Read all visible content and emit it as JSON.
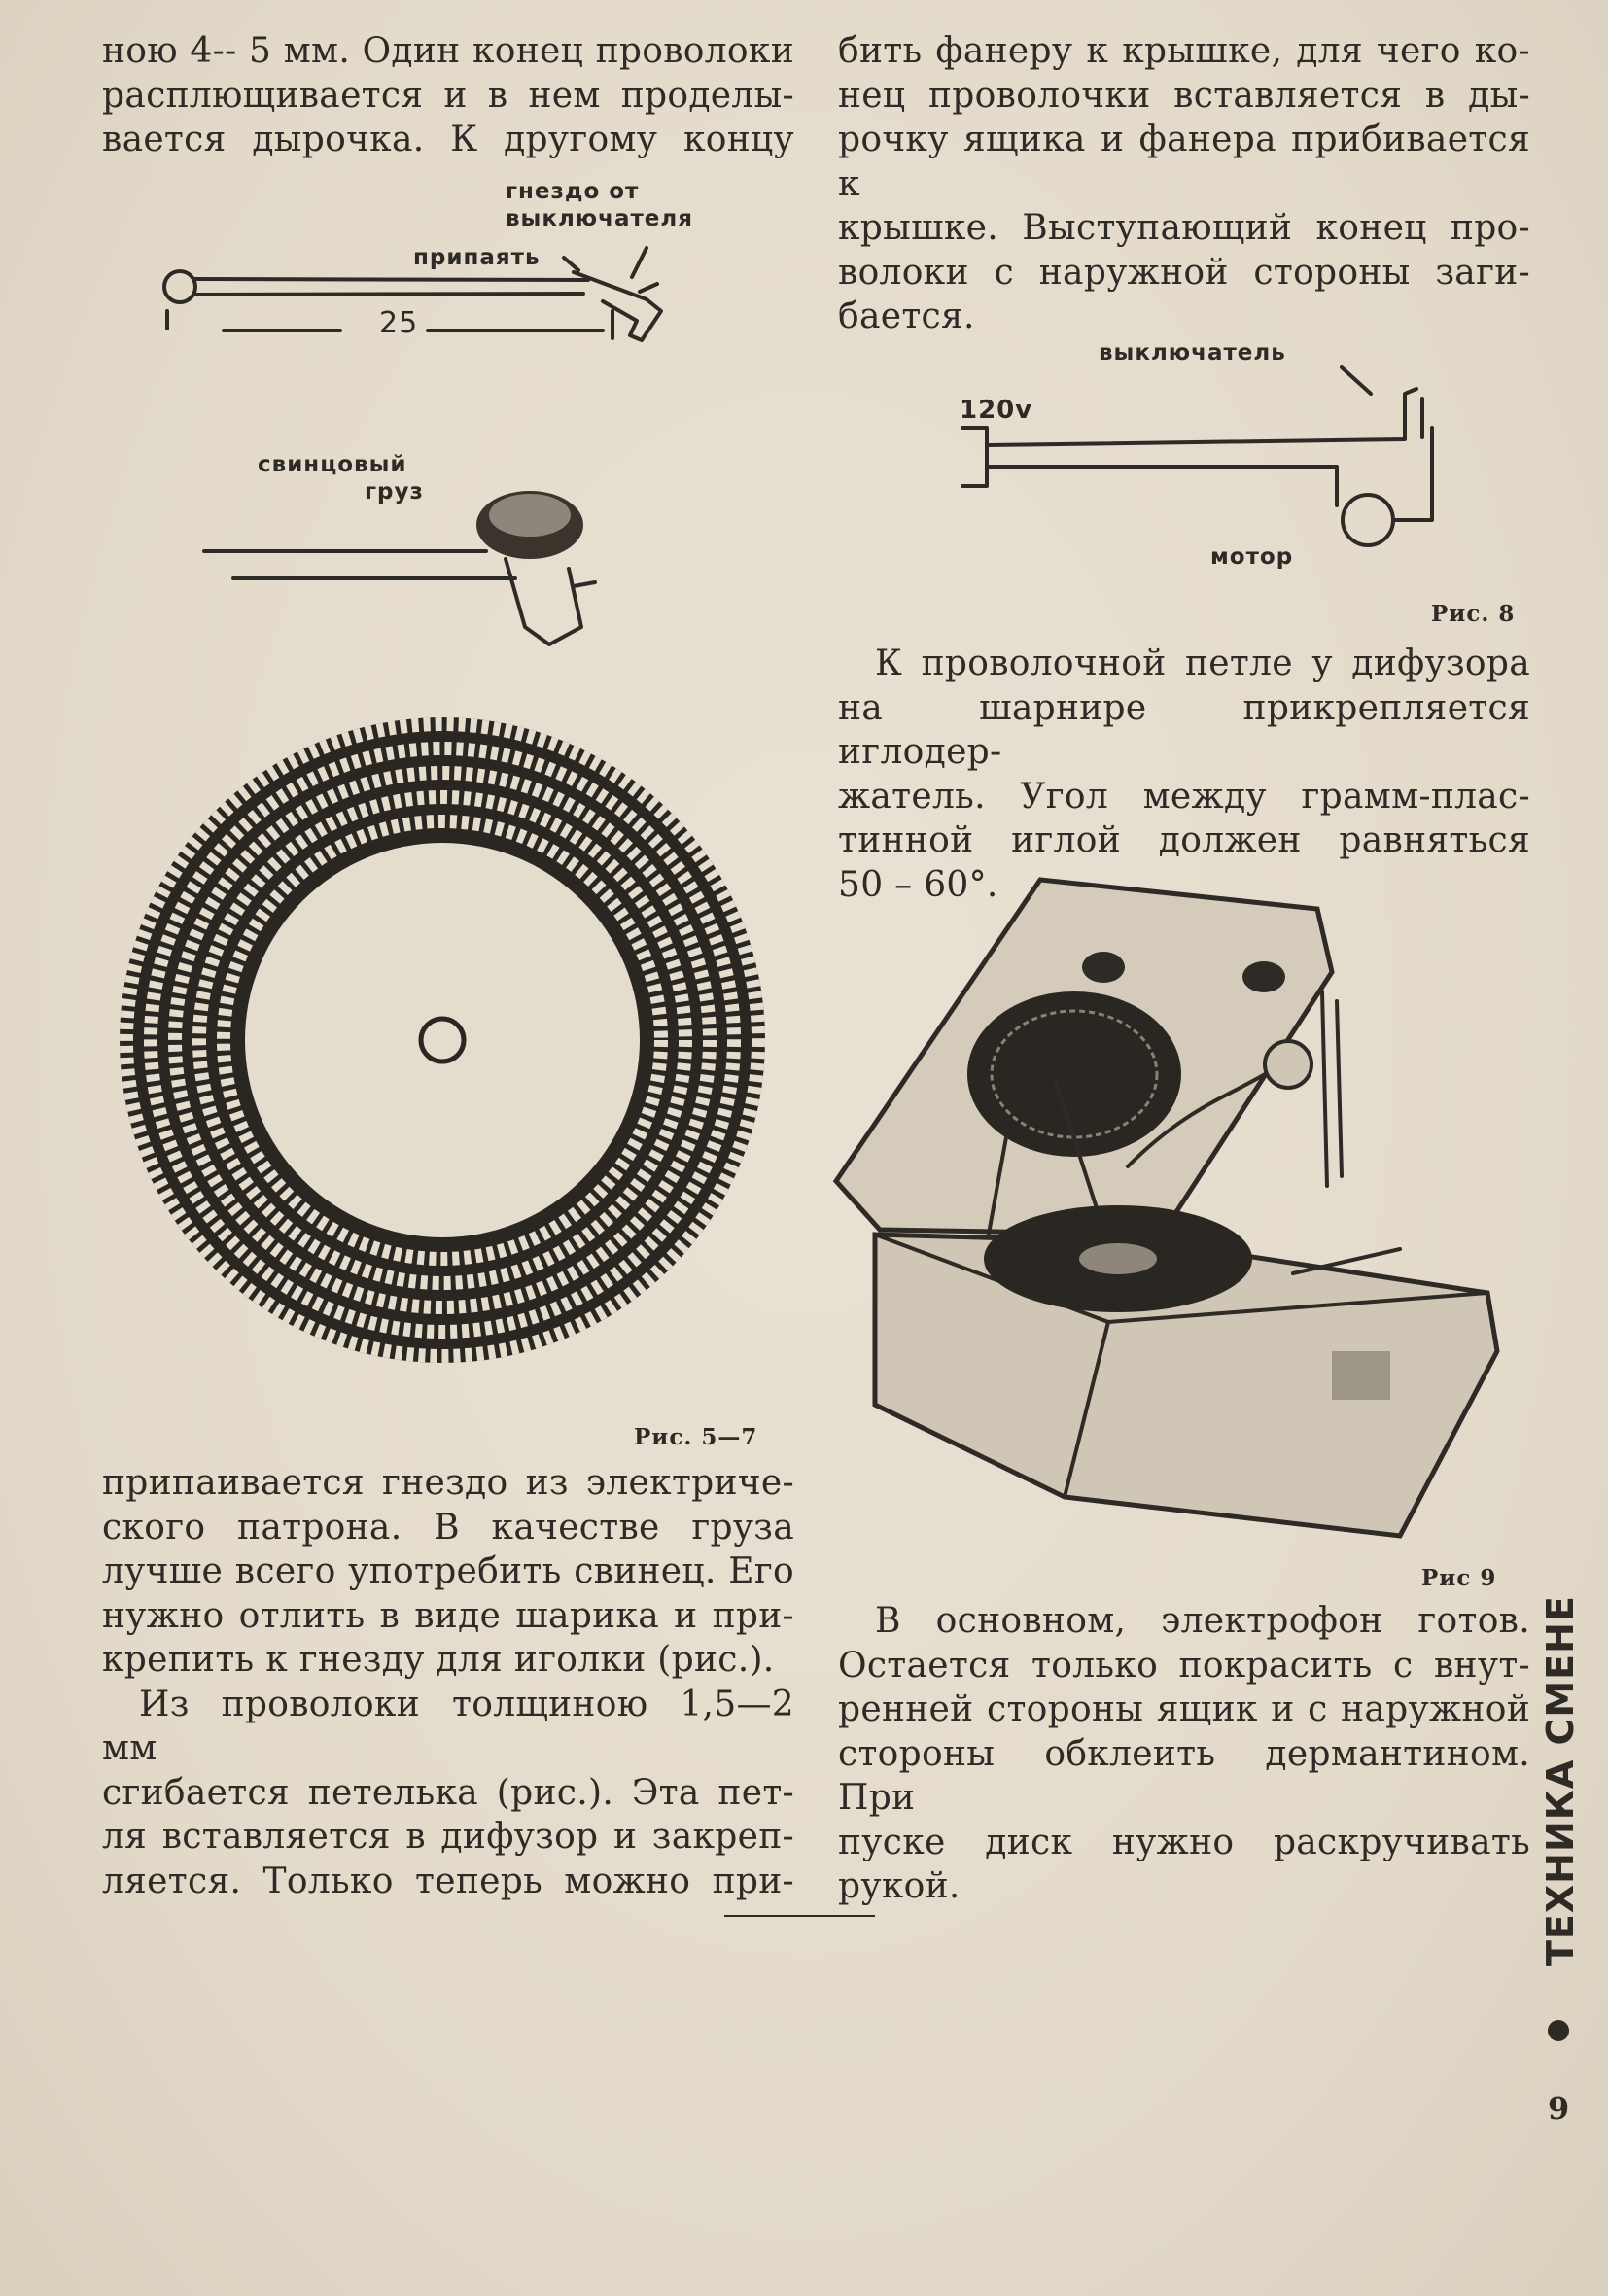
{
  "left_column": {
    "top_lines": [
      "ною 4-- 5 мм. Один конец проволоки",
      "расплющивается и в нем проделы-",
      "вается дырочка. К другому концу"
    ],
    "bottom_paragraph_1": [
      "припаивается гнездо из электриче-",
      "ского патрона. В качестве груза",
      "лучше всего употребить свинец. Его",
      "нужно отлить в виде шарика и при-",
      "крепить к гнезду для иголки (рис.)."
    ],
    "bottom_paragraph_2": [
      "Из проволоки толщиною 1,5—2 мм",
      "сгибается петелька (рис.). Эта пет-",
      "ля вставляется в дифузор и закреп-",
      "ляется. Только теперь можно при-"
    ]
  },
  "right_column": {
    "top_lines": [
      "бить фанеру к крышке, для чего ко-",
      "нец проволочки вставляется в ды-",
      "рочку ящика и фанера прибивается к",
      "крышке. Выступающий конец про-",
      "волоки с наружной стороны заги-",
      "бается."
    ],
    "middle_paragraph": [
      "К проволочной петле у дифузора",
      "на шарнире прикрепляется иглодер-",
      "жатель. Угол между грамм-плас-",
      "тинной иглой должен равняться",
      "50 – 60°."
    ],
    "bottom_paragraph": [
      "В основном, электрофон готов.",
      "Остается только покрасить с внут-",
      "ренней стороны ящик и с наружной",
      "стороны обклеить дермантином. При",
      "пуске диск нужно раскручивать",
      "рукой."
    ]
  },
  "figures": {
    "wire_labels": {
      "socket": [
        "гнездо от",
        "выключателя"
      ],
      "solder": "припаять",
      "length": "25"
    },
    "weight_label": [
      "свинцовый",
      "груз"
    ],
    "caption_5_7": "Рис. 5—7",
    "circuit_labels": {
      "switch": "выключатель",
      "voltage": "120v",
      "motor": "мотор"
    },
    "caption_8": "Рис. 8",
    "caption_9": "Рис 9"
  },
  "sidebar": {
    "journal": "ТЕХНИКА СМЕНЕ",
    "page_number": "9"
  },
  "colors": {
    "paper": "#e4dccd",
    "ink": "#2e2a25"
  }
}
